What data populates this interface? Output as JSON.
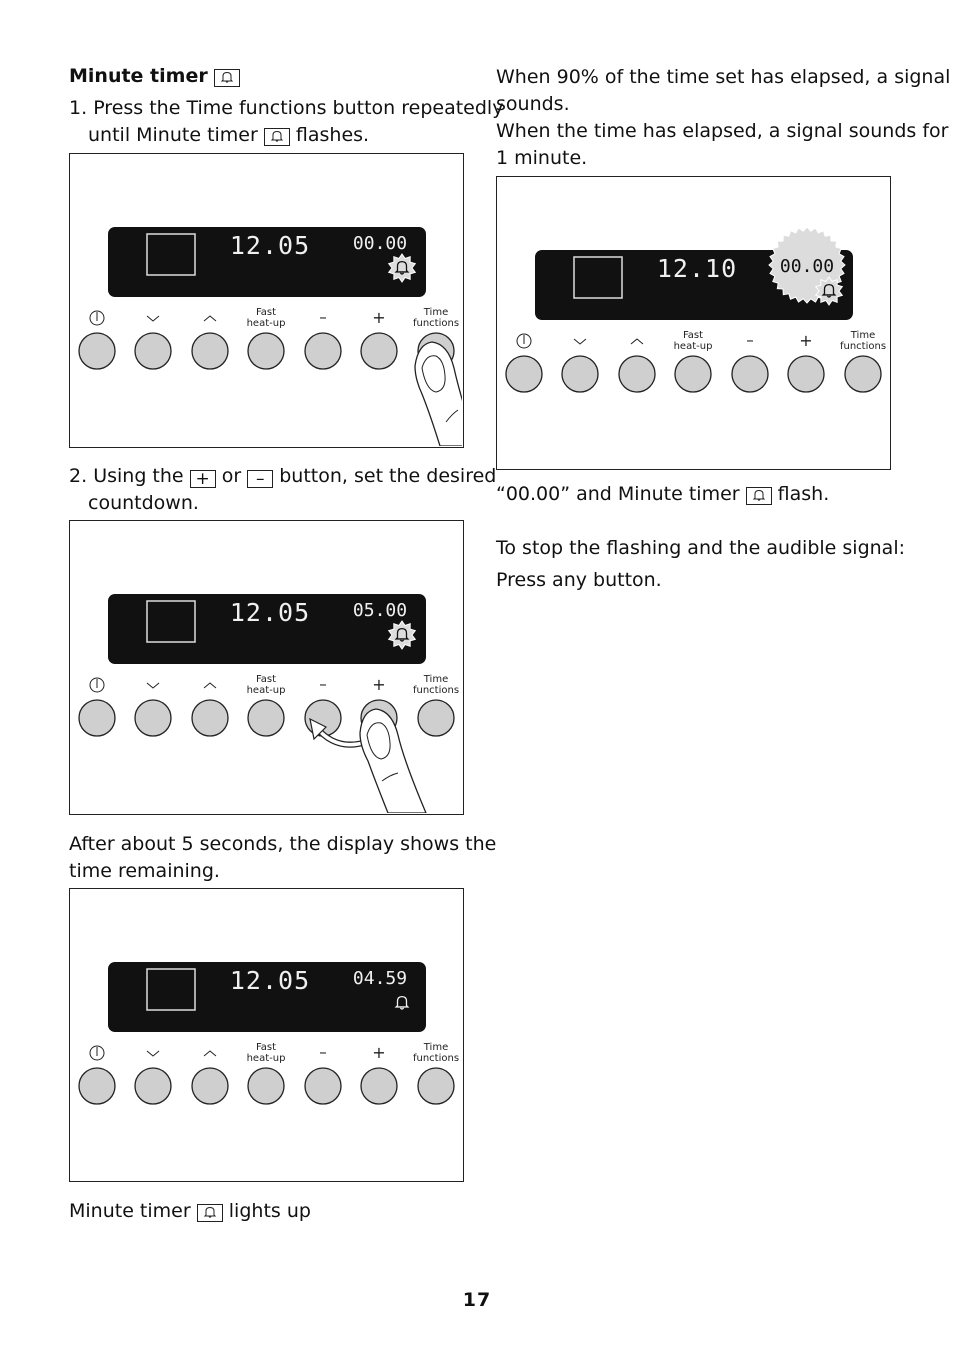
{
  "left_column": {
    "heading": "Minute timer",
    "step1_num": "1.",
    "step1_line1": "Press the Time functions button repeatedly",
    "step1_line2a": "until Minute timer",
    "step1_line2b": "flashes.",
    "step2_num": "2.",
    "step2_a": "Using the",
    "step2_b": "or",
    "step2_c": "button, set the desired",
    "step2_line2": "countdown.",
    "after_line1": "After about 5 seconds, the display shows the",
    "after_line2": "time remaining.",
    "lights_a": "Minute timer",
    "lights_b": "lights up"
  },
  "right_column": {
    "line1": "When 90% of the time set has elapsed, a signal",
    "line2": "sounds.",
    "line3": "When the time has elapsed, a signal sounds for",
    "line4": "1 minute.",
    "flash_a": "“00.00” and Minute timer",
    "flash_b": "flash.",
    "stop": "To stop the flashing and the audible signal:",
    "press": "Press any button."
  },
  "symbols": {
    "plus": "+",
    "minus": "–"
  },
  "icons": {
    "bell": "bell-icon",
    "power": "power-icon",
    "down": "chevron-down-icon",
    "up": "chevron-up-icon",
    "finger": "finger-icon"
  },
  "panel_labels": {
    "fast": "Fast",
    "heat_up": "heat-up",
    "time": "Time",
    "functions": "functions",
    "minus_sign": "–",
    "plus_sign": "+"
  },
  "panels": [
    {
      "clock": "12.05",
      "timer": "00.00",
      "timer_flashing": false,
      "bell_flashing": true
    },
    {
      "clock": "12.05",
      "timer": "05.00",
      "timer_flashing": false,
      "bell_flashing": true
    },
    {
      "clock": "12.05",
      "timer": "04.59",
      "timer_flashing": false,
      "bell_flashing": false
    },
    {
      "clock": "12.10",
      "timer": "00.00",
      "timer_flashing": true,
      "bell_flashing": true
    }
  ],
  "page_number": "17"
}
